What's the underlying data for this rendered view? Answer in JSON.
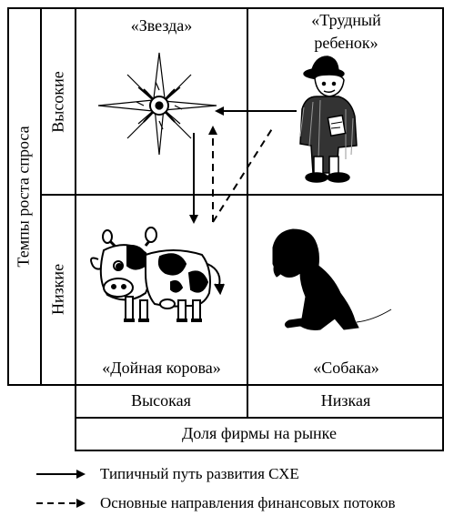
{
  "y_axis": {
    "title": "Темпы роста спроса",
    "high": "Высокие",
    "low": "Низкие"
  },
  "x_axis": {
    "title": "Доля фирмы на рынке",
    "high": "Высокая",
    "low": "Низкая"
  },
  "quadrants": {
    "star": "«Звезда»",
    "problem_child_line1": "«Трудный",
    "problem_child_line2": "ребенок»",
    "cash_cow": "«Дойная корова»",
    "dog": "«Собака»"
  },
  "legend": {
    "solid": "Типичный путь развития СХЕ",
    "dashed": "Основные направления финансовых потоков"
  }
}
